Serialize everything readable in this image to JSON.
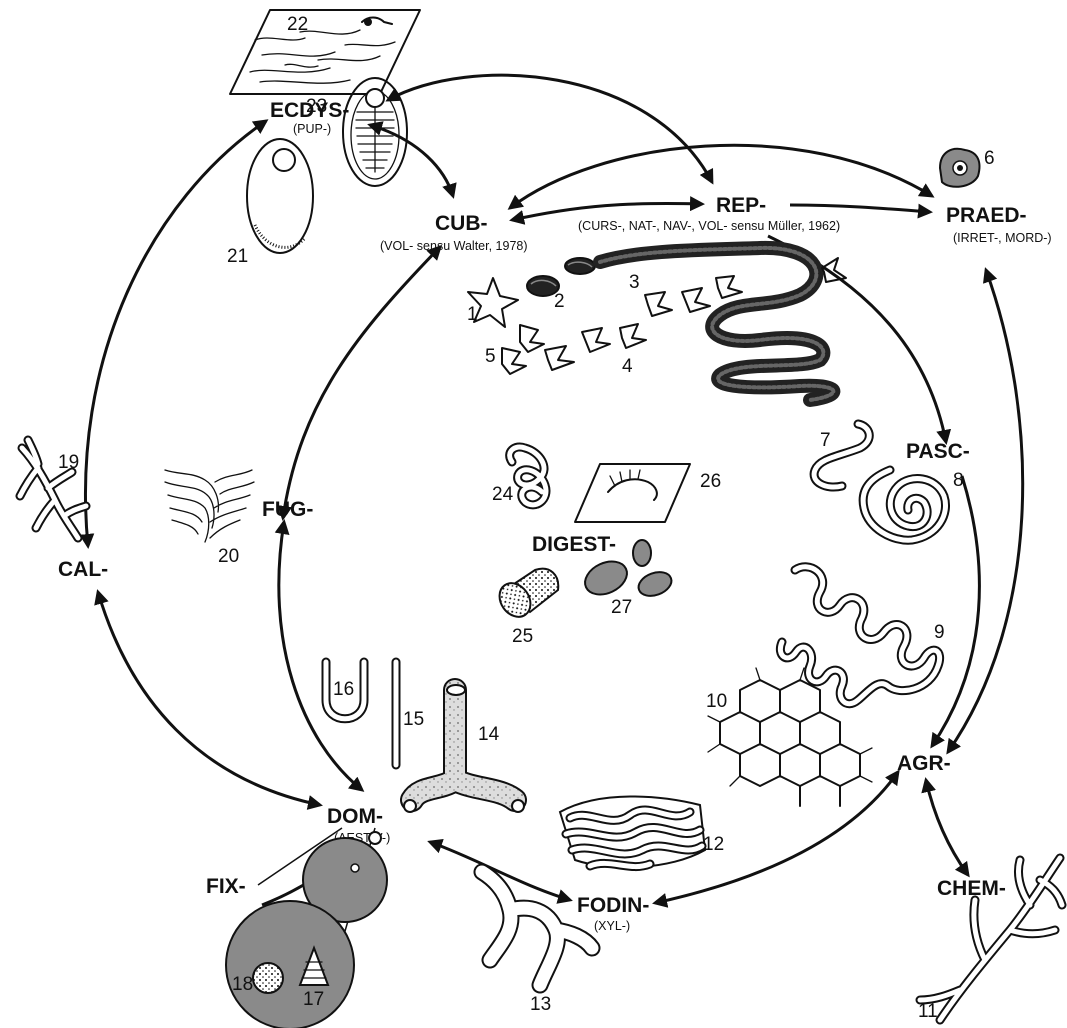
{
  "categories": {
    "ecdys": "ECDYS-",
    "ecdys_sub": "(PUP-)",
    "cub": "CUB-",
    "cub_sub": "(VOL- sensu Walter, 1978)",
    "rep": "REP-",
    "rep_sub": "(CURS-, NAT-, NAV-, VOL- sensu Müller, 1962)",
    "praed": "PRAED-",
    "praed_sub": "(IRRET-, MORD-)",
    "pasc": "PASC-",
    "agr": "AGR-",
    "chem": "CHEM-",
    "fodin": "FODIN-",
    "fodin_sub": "(XYL-)",
    "dom": "DOM-",
    "dom_sub": "(AESTIV-)",
    "fix": "FIX-",
    "cal": "CAL-",
    "fug": "FUG-",
    "digest": "DIGEST-"
  },
  "numbers": {
    "n1": "1",
    "n2": "2",
    "n3": "3",
    "n4": "4",
    "n5": "5",
    "n6": "6",
    "n7": "7",
    "n8": "8",
    "n9": "9",
    "n10": "10",
    "n11": "11",
    "n12": "12",
    "n13": "13",
    "n14": "14",
    "n15": "15",
    "n16": "16",
    "n17": "17",
    "n18": "18",
    "n19": "19",
    "n20": "20",
    "n21": "21",
    "n22": "22",
    "n23": "23",
    "n24": "24",
    "n25": "25",
    "n26": "26",
    "n27": "27"
  },
  "colors": {
    "ink": "#111111",
    "fill_grey": "#8a8a8a",
    "fill_light": "#d0d0d0",
    "background": "#ffffff"
  }
}
